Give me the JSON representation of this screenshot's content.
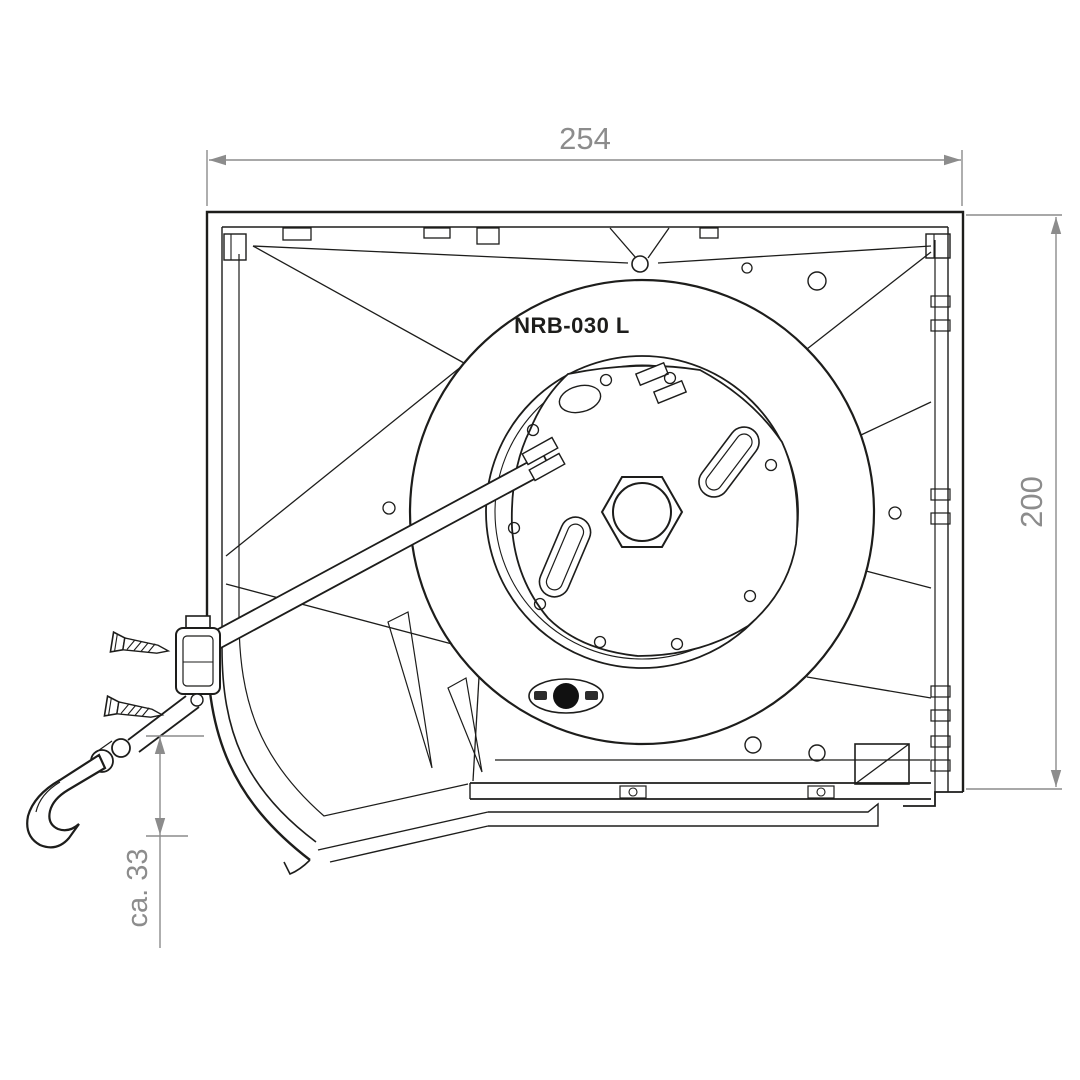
{
  "meta": {
    "background": "#ffffff",
    "line_color": "#1d1d1b",
    "dim_color": "#8c8c8c",
    "badge_fill": "#111111"
  },
  "drawing": {
    "part_label": "NRB-030 L"
  },
  "dimensions": {
    "width": {
      "value": "254"
    },
    "height": {
      "value": "200"
    },
    "offset": {
      "value": "ca. 33"
    }
  }
}
